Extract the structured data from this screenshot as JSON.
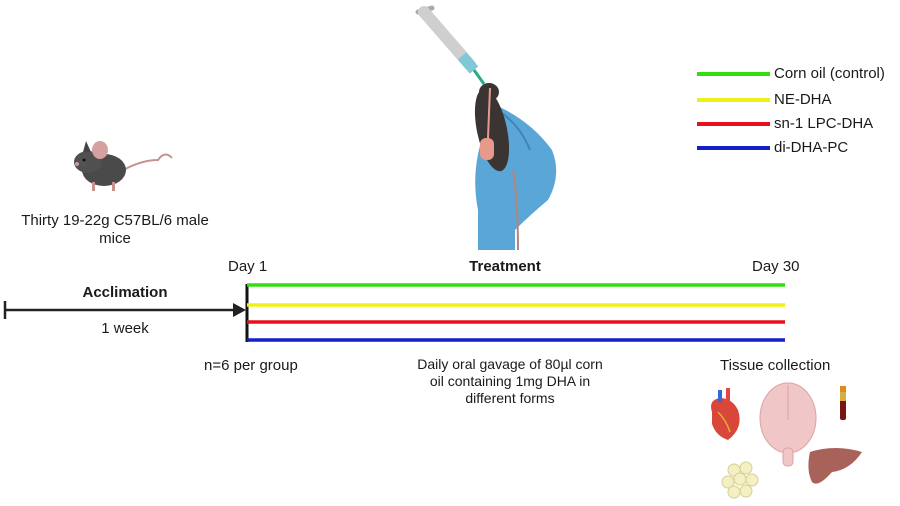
{
  "legend": {
    "items": [
      {
        "label": "Corn oil (control)",
        "color": "#33dd11"
      },
      {
        "label": "NE-DHA",
        "color": "#eef017"
      },
      {
        "label": "sn-1 LPC-DHA",
        "color": "#e8101a"
      },
      {
        "label": "di-DHA-PC",
        "color": "#1420c8"
      }
    ]
  },
  "subjects": {
    "label_line1": "Thirty 19-22g C57BL/6 male",
    "label_line2": "mice"
  },
  "acclimation": {
    "title": "Acclimation",
    "duration": "1 week"
  },
  "timeline": {
    "start_label": "Day 1",
    "end_label": "Day 30",
    "phase_label": "Treatment",
    "group_note": "n=6 per group"
  },
  "treatment": {
    "description_line1": "Daily oral gavage of 80µl corn",
    "description_line2": "oil containing 1mg DHA in",
    "description_line3": "different forms"
  },
  "tissue": {
    "label": "Tissue collection",
    "items": [
      "heart",
      "brain",
      "blood-tube",
      "adipose",
      "liver"
    ]
  }
}
